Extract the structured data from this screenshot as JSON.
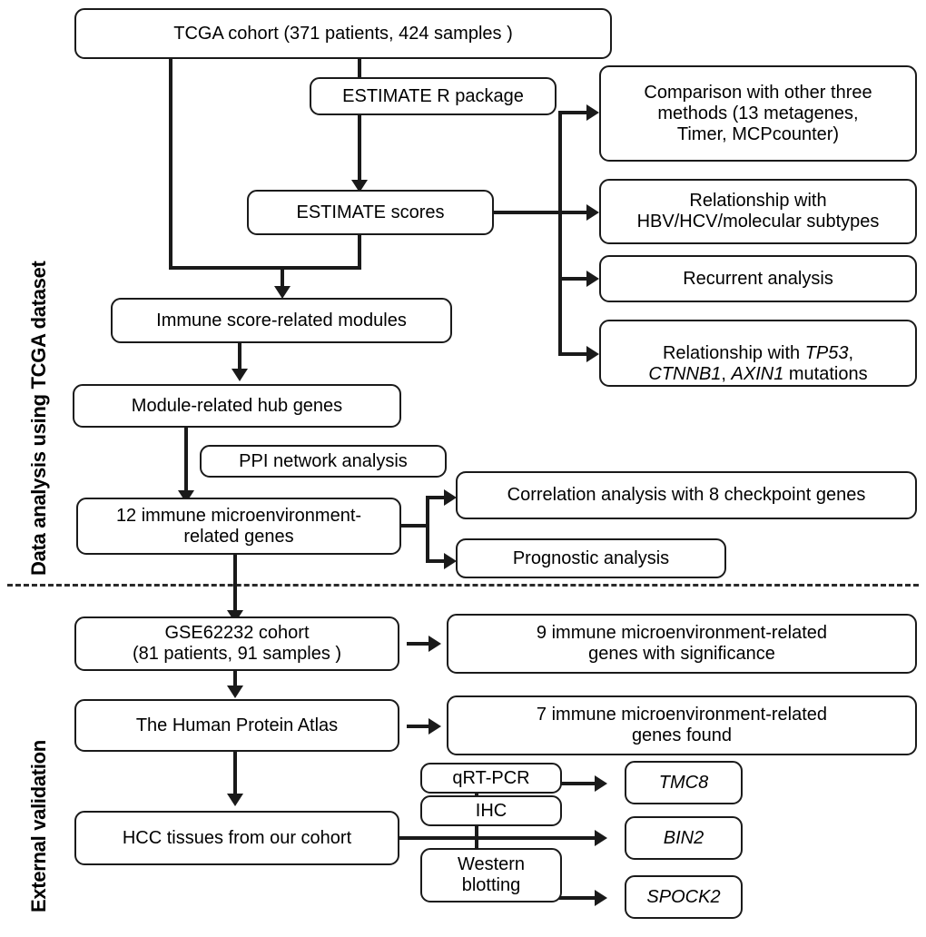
{
  "figure": {
    "type": "flowchart",
    "title": "Study workflow flow diagram",
    "sections": [
      {
        "id": "tcga",
        "label": "Data analysis using TCGA dataset"
      },
      {
        "id": "validation",
        "label": "External validation"
      }
    ],
    "divider": "dashed-horizontal-separator"
  },
  "nodes": {
    "tcga_cohort": "TCGA cohort (371 patients, 424 samples )",
    "estimate_package": "ESTIMATE R package",
    "estimate_scores": "ESTIMATE scores",
    "comparison": "Comparison with other three\nmethods (13 metagenes,\nTimer, MCPcounter)",
    "relationship_subtypes": "Relationship with\nHBV/HCV/molecular subtypes",
    "recurrent": "Recurrent analysis",
    "relationship_mut_pre": "Relationship with ",
    "relationship_mut_g1": "TP53",
    "relationship_mut_mid": ",",
    "relationship_mut_g2": "CTNNB1",
    "relationship_mut_sep": ", ",
    "relationship_mut_g3": "AXIN1",
    "relationship_mut_post": " mutations",
    "immune_modules": "Immune  score-related modules",
    "hub_genes": "Module-related hub genes",
    "ppi": "PPI network analysis",
    "twelve_genes": "12 immune microenvironment-\nrelated genes",
    "correlation": "Correlation analysis with 8 checkpoint genes",
    "prognostic": "Prognostic analysis",
    "gse_cohort": "GSE62232 cohort\n(81 patients, 91 samples )",
    "nine_genes": "9 immune microenvironment-related\ngenes with significance",
    "hpa": "The Human Protein Atlas",
    "seven_genes": "7 immune microenvironment-related\ngenes found",
    "hcc_tissues": "HCC tissues from our cohort",
    "qrt_pcr": "qRT-PCR",
    "ihc": "IHC",
    "western": "Western\nblotting",
    "gene_tmc8": "TMC8",
    "gene_bin2": "BIN2",
    "gene_spock2": "SPOCK2"
  },
  "colors": {
    "stroke": "#1a1a1a",
    "background": "#ffffff",
    "text": "#000000",
    "divider": "#2a2a2a"
  }
}
